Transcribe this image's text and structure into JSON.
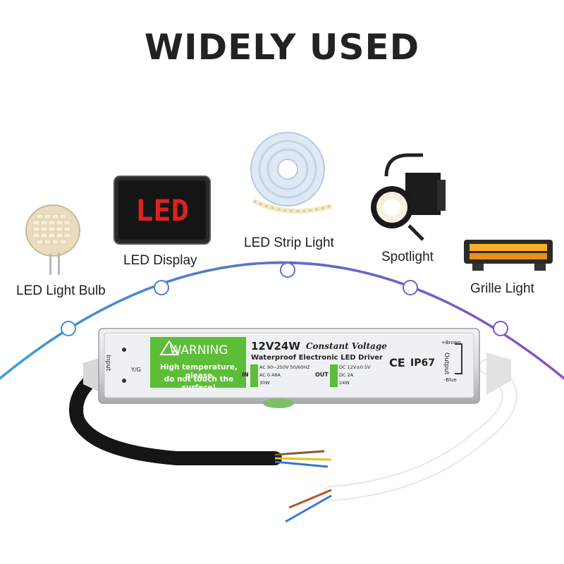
{
  "title": "WIDELY USED",
  "applications": [
    {
      "label": "LED Light Bulb",
      "icon": "led-bulb-icon"
    },
    {
      "label": "LED Display",
      "icon": "led-display-icon"
    },
    {
      "label": "LED Strip Light",
      "icon": "led-strip-icon"
    },
    {
      "label": "Spotlight",
      "icon": "spotlight-icon"
    },
    {
      "label": "Grille Light",
      "icon": "grille-light-icon"
    }
  ],
  "display_text": "LED",
  "driver": {
    "model": "12V24W",
    "subtitle": "Constant Voltage",
    "name": "Waterproof Electronic LED Driver",
    "warning_title": "WARNING",
    "warning_line1": "High temperature, please",
    "warning_line2": "do not touch the surface!",
    "input_label": "Input",
    "input_wire_label": "Y/G",
    "in_mark": "IN",
    "out_mark": "OUT",
    "input_specs": [
      "AC 90~250V 50/60HZ",
      "AC 0.48A",
      "30W"
    ],
    "output_specs": [
      "DC 12V±0.5V",
      "DC 2A",
      "24W"
    ],
    "ce_mark": "CE",
    "rating": "IP67",
    "output_label": "Output",
    "output_pos": "+Brown",
    "output_neg": "-Blue"
  },
  "colors": {
    "arc": "#6a78c8",
    "warning_green": "#5cbd37",
    "driver_silver": "#d8dadc"
  }
}
